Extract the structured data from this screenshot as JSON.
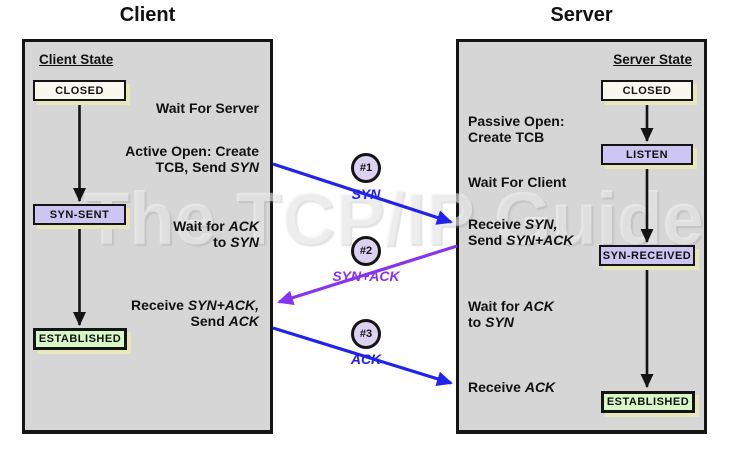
{
  "watermark": "The TCP/IP Guide",
  "client": {
    "title": "Client",
    "state_header": "Client State",
    "states": {
      "closed": "CLOSED",
      "syn_sent": "SYN-SENT",
      "established": "ESTABLISHED"
    },
    "notes": {
      "wait_server": "Wait For Server",
      "active_open_line1": "Active Open: Create",
      "active_open_line2_pre": "TCB, Send ",
      "active_open_line2_italic": "SYN",
      "wait_ack_line1_pre": "Wait for ",
      "wait_ack_line1_italic": "ACK",
      "wait_ack_line2_pre": "to ",
      "wait_ack_line2_italic": "SYN",
      "receive_line1_pre": "Receive ",
      "receive_line1_italic": "SYN+ACK,",
      "receive_line2_pre": "Send ",
      "receive_line2_italic": "ACK"
    }
  },
  "server": {
    "title": "Server",
    "state_header": "Server State",
    "states": {
      "closed": "CLOSED",
      "listen": "LISTEN",
      "syn_received": "SYN-RECEIVED",
      "established": "ESTABLISHED"
    },
    "notes": {
      "passive_line1": "Passive Open:",
      "passive_line2": "Create TCB",
      "wait_client": "Wait For Client",
      "receive_syn_pre": "Receive ",
      "receive_syn_italic": "SYN,",
      "send_synack_pre": "Send ",
      "send_synack_italic": "SYN+ACK",
      "wait_ack_line1_pre": "Wait for ",
      "wait_ack_line1_italic": "ACK",
      "wait_ack_line2_pre": "to ",
      "wait_ack_line2_italic": "SYN",
      "receive_ack_pre": "Receive ",
      "receive_ack_italic": "ACK"
    }
  },
  "messages": [
    {
      "number": "#1",
      "label": "SYN",
      "color": "#2222ee"
    },
    {
      "number": "#2",
      "label": "SYN+ACK",
      "color": "#8833ee"
    },
    {
      "number": "#3",
      "label": "ACK",
      "color": "#2222ee"
    }
  ],
  "colors": {
    "blue_arrow": "#2222ee",
    "purple_arrow": "#8833ee",
    "panel_bg": "#d6d6d6",
    "closed_state_bg": "#f8f8ee",
    "pending_state_bg": "#cdc5f2",
    "established_state_bg": "#d7f7c7",
    "box_shadow": "#e7e7bb",
    "circle_bg": "#dad2f0"
  }
}
